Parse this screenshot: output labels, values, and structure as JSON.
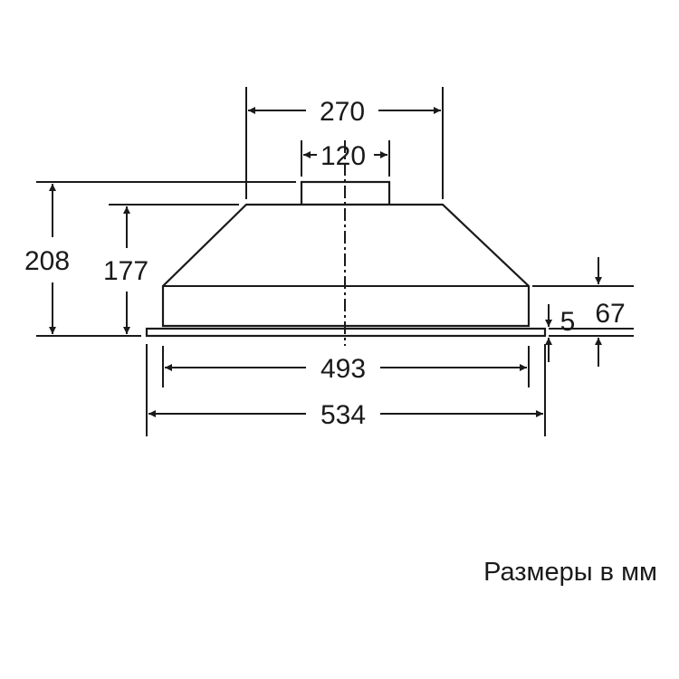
{
  "dimensions": {
    "top_width": "270",
    "outlet_width": "120",
    "total_height": "208",
    "body_height": "177",
    "side_height": "67",
    "rim_height": "5",
    "inner_width": "493",
    "outer_width": "534"
  },
  "caption": "Размеры в мм",
  "colors": {
    "line": "#1a1a1a",
    "background": "#ffffff"
  }
}
